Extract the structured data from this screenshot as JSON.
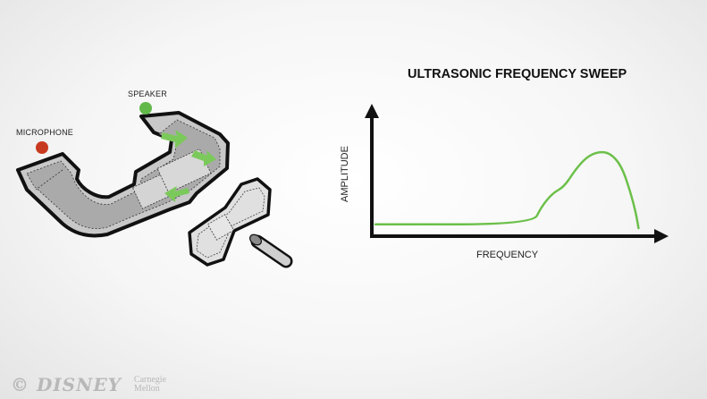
{
  "diagram": {
    "speaker_label": "SPEAKER",
    "microphone_label": "MICROPHONE",
    "speaker_color": "#62b94a",
    "microphone_color": "#c83a1f",
    "arrow_color": "#7bc95a"
  },
  "chart_data": {
    "type": "line",
    "title": "ULTRASONIC FREQUENCY SWEEP",
    "xlabel": "FREQUENCY",
    "ylabel": "AMPLITUDE",
    "line_color": "#6cc04a",
    "grid": false,
    "x": [
      0,
      0.55,
      0.58,
      0.62,
      0.66,
      0.7,
      0.74,
      0.78,
      0.82,
      0.86,
      0.89,
      0.91,
      0.92
    ],
    "y": [
      0.08,
      0.08,
      0.22,
      0.33,
      0.38,
      0.52,
      0.62,
      0.66,
      0.65,
      0.55,
      0.35,
      0.18,
      0.05
    ],
    "xlim": [
      0,
      1
    ],
    "ylim": [
      0,
      1
    ]
  },
  "footer": {
    "disney_logo": "© DISNEY",
    "cmu_line1": "Carnegie",
    "cmu_line2": "Mellon"
  }
}
